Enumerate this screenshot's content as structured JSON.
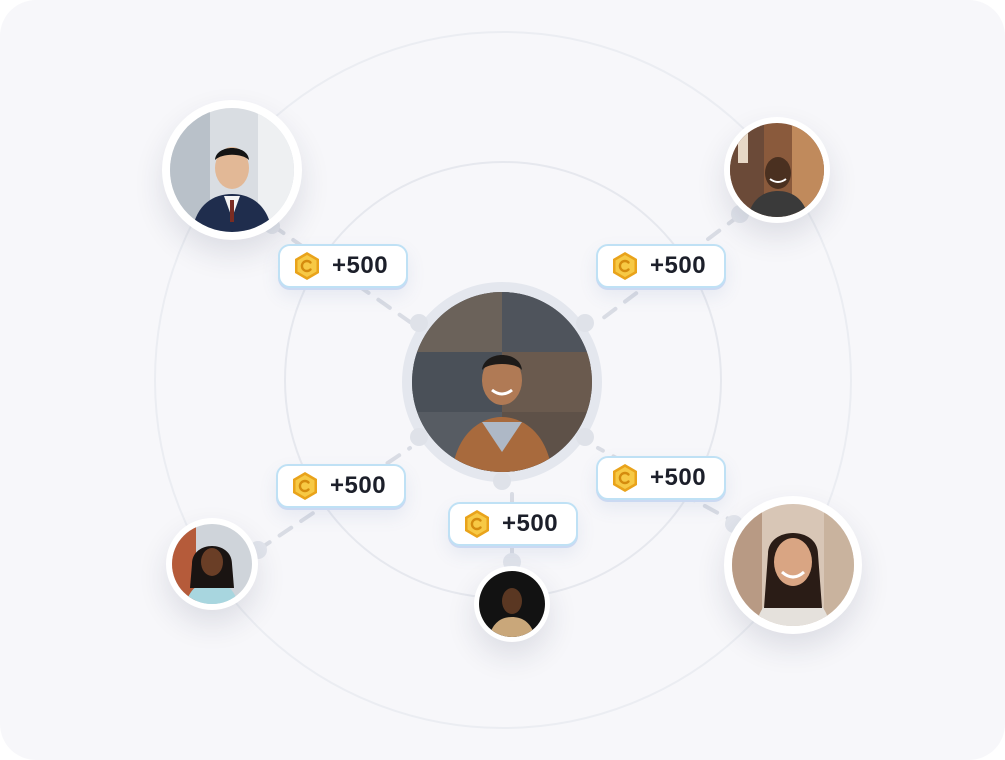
{
  "colors": {
    "background": "#f7f7fa",
    "ring": "#e9ebf0",
    "connector": "#d9dce4",
    "pill_border": "#bfe1f5",
    "coin_gold": "#f5b82a",
    "text": "#1c1f2a"
  },
  "icons": {
    "coin": "gold-coin-icon"
  },
  "rewards": [
    {
      "amount": "+500"
    },
    {
      "amount": "+500"
    },
    {
      "amount": "+500"
    },
    {
      "amount": "+500"
    },
    {
      "amount": "+500"
    }
  ]
}
